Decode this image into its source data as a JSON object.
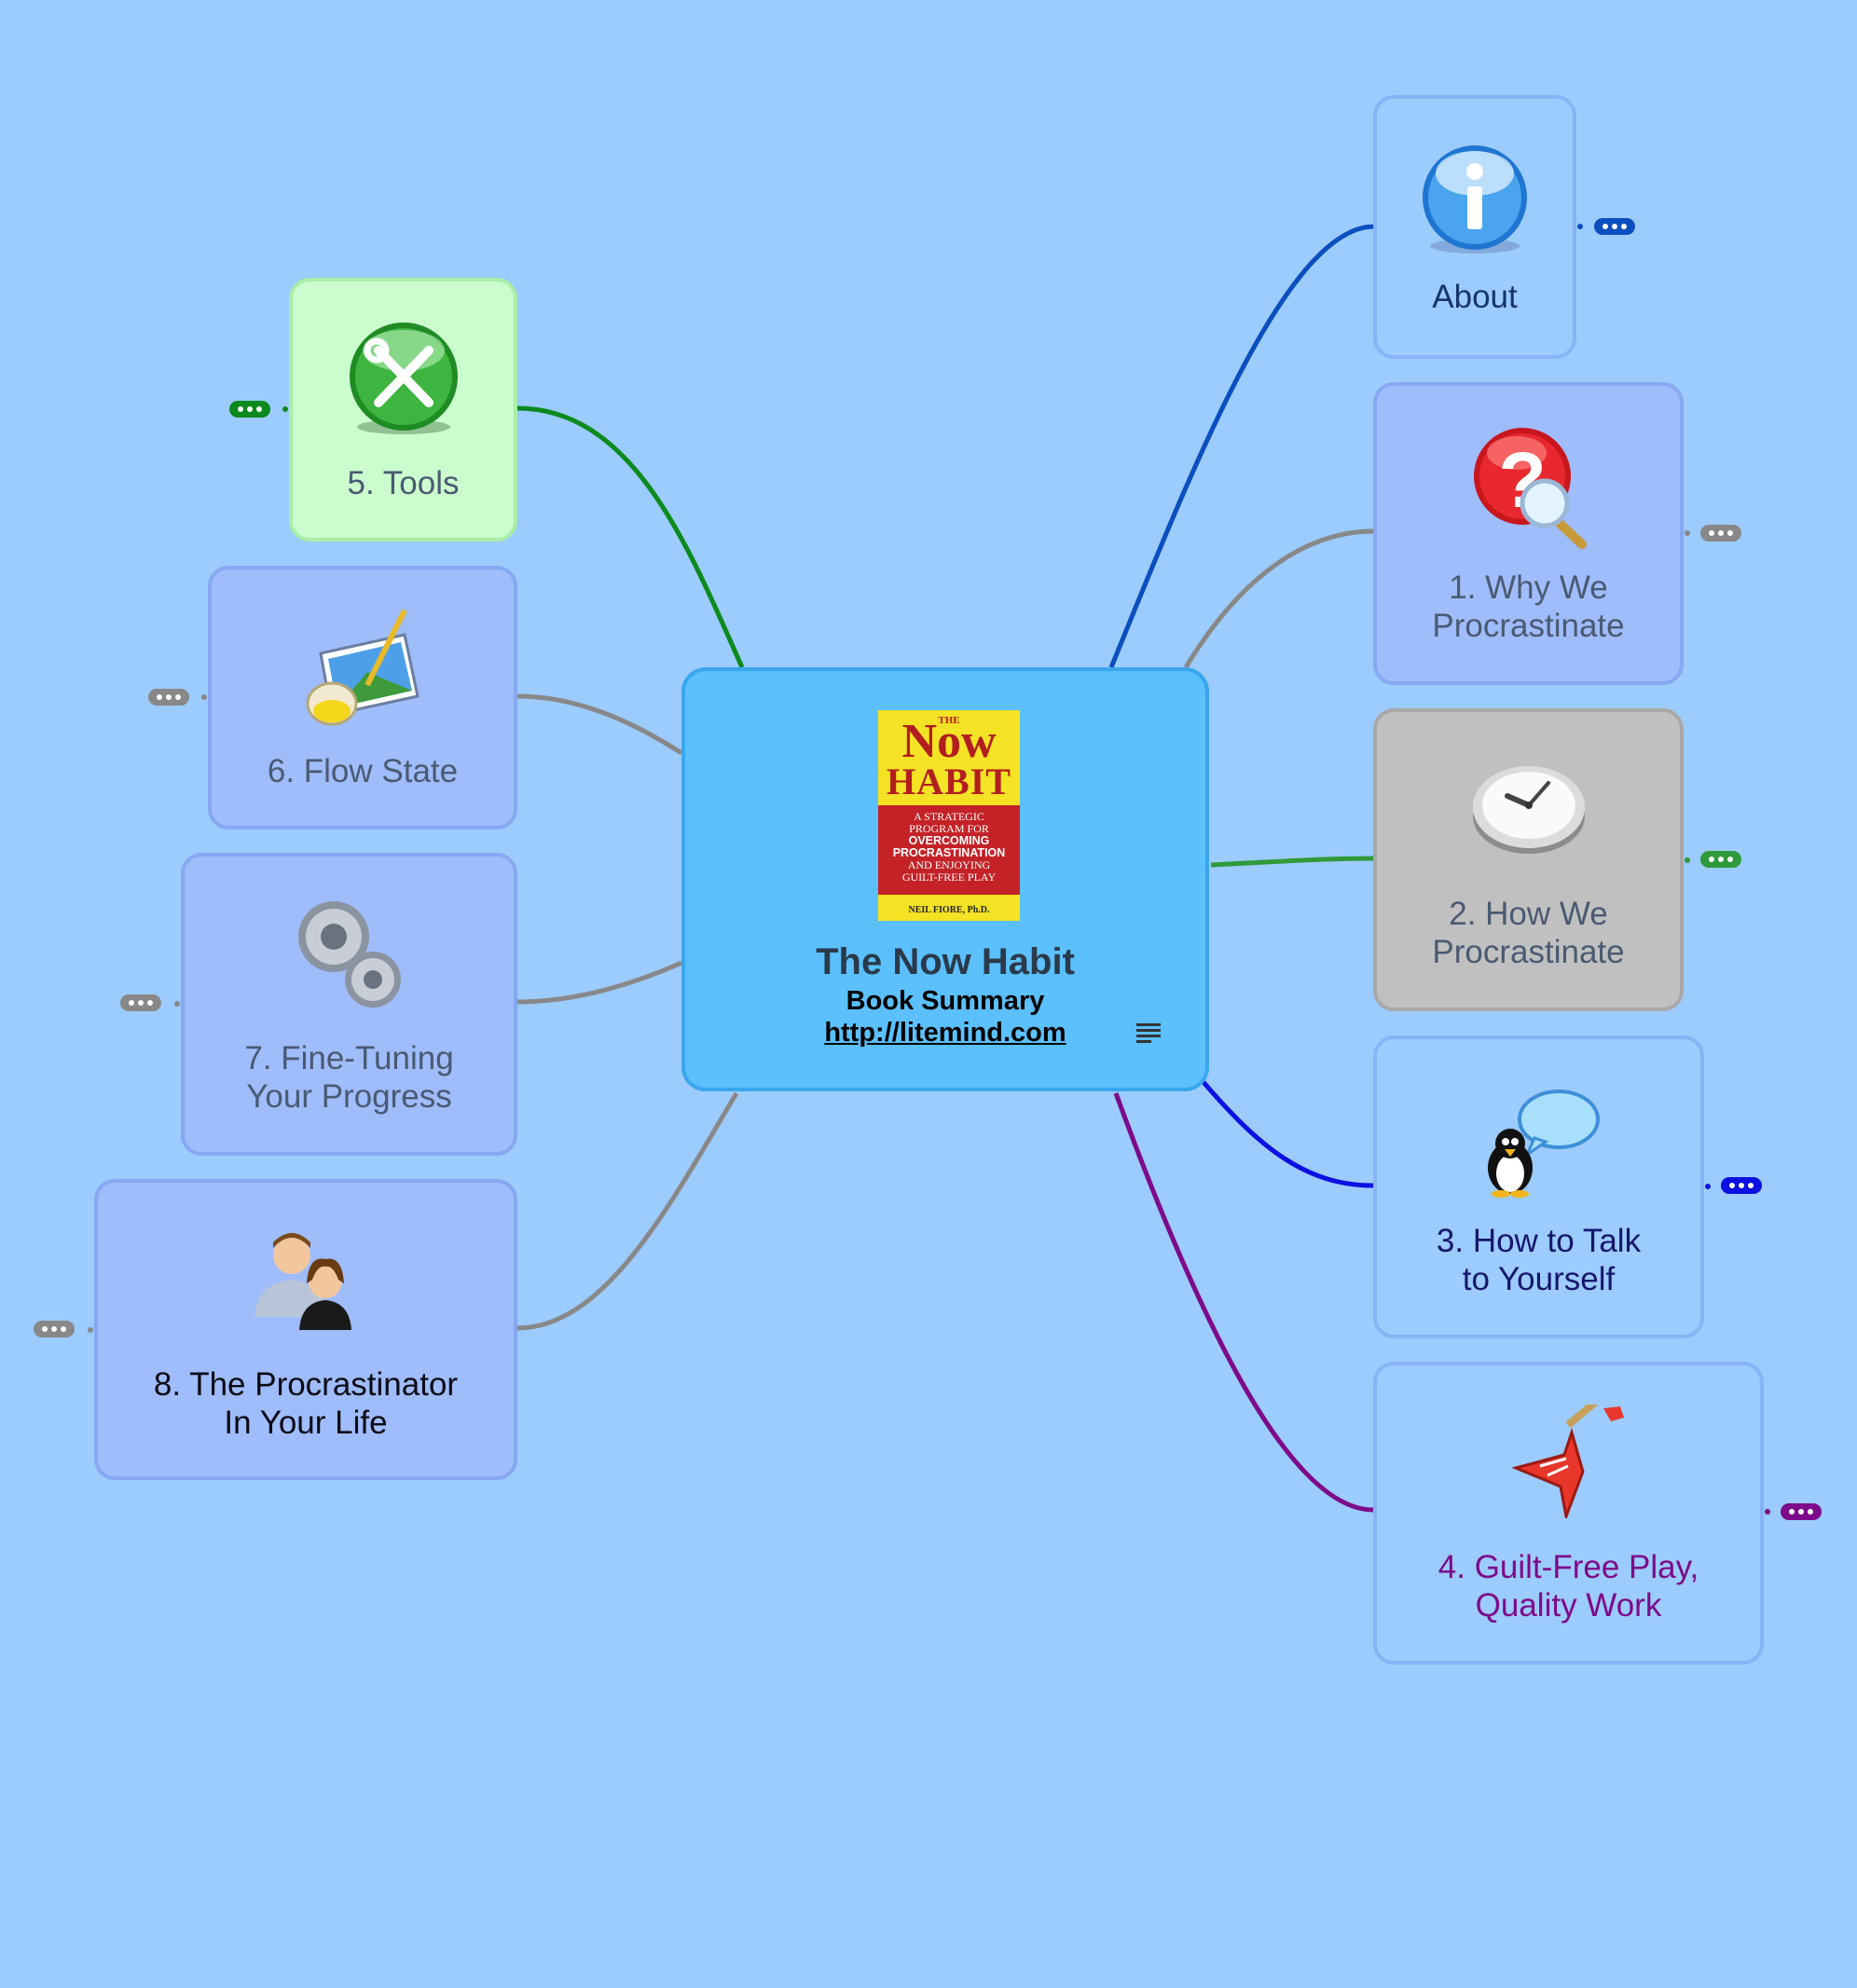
{
  "central": {
    "cover": {
      "the": "THE",
      "now": "Now",
      "habit": "HABIT",
      "tagline": [
        "A STRATEGIC",
        "PROGRAM FOR",
        "OVERCOMING",
        "PROCRASTINATION",
        "AND ENJOYING",
        "GUILT-FREE PLAY"
      ],
      "author": "NEIL FIORE, Ph.D."
    },
    "title": "The Now Habit",
    "subtitle": "Book Summary",
    "url": "http://litemind.com",
    "note_icon": "notes-icon"
  },
  "topics": {
    "about": {
      "label_lines": [
        "About"
      ],
      "icon": "info-icon",
      "color": "#0b4fbf"
    },
    "why": {
      "label_lines": [
        "1. Why We",
        "Procrastinate"
      ],
      "icon": "question-magnifier-icon",
      "color": "#888888"
    },
    "how": {
      "label_lines": [
        "2. How We",
        "Procrastinate"
      ],
      "icon": "clock-icon",
      "color": "#2f9a3a"
    },
    "talk": {
      "label_lines": [
        "3. How to Talk",
        "to Yourself"
      ],
      "icon": "penguin-speech-icon",
      "color": "#0c10e0"
    },
    "play": {
      "label_lines": [
        "4. Guilt-Free Play,",
        "Quality Work"
      ],
      "icon": "guitar-icon",
      "color": "#7d0a8a"
    },
    "tools": {
      "label_lines": [
        "5. Tools"
      ],
      "icon": "tools-icon",
      "color": "#0c8a1c"
    },
    "flow": {
      "label_lines": [
        "6. Flow State"
      ],
      "icon": "paint-palette-icon",
      "color": "#888888"
    },
    "tuning": {
      "label_lines": [
        "7. Fine-Tuning",
        "Your Progress"
      ],
      "icon": "gears-icon",
      "color": "#888888"
    },
    "procras": {
      "label_lines": [
        "8. The Procrastinator",
        "In Your Life"
      ],
      "icon": "people-icon",
      "color": "#888888"
    }
  }
}
